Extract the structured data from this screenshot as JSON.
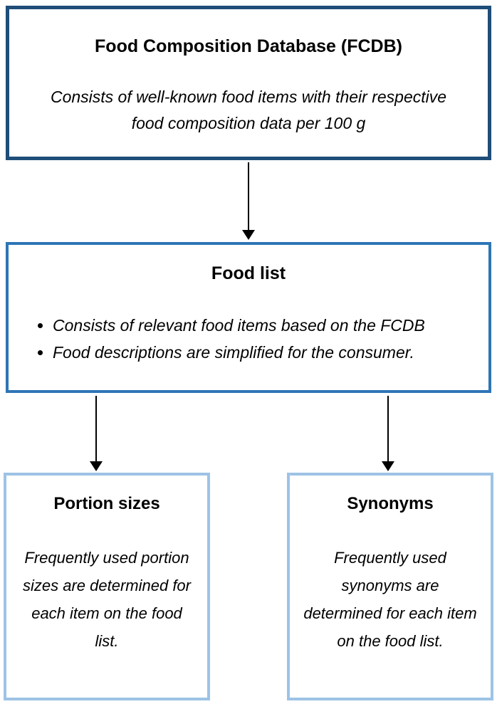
{
  "diagram": {
    "fcdb": {
      "title": "Food Composition Database (FCDB)",
      "description": "Consists of well-known food items with their respective food composition data per 100 g"
    },
    "food_list": {
      "title": "Food list",
      "bullets": [
        "Consists of relevant food items based on the FCDB",
        "Food descriptions are simplified for the consumer."
      ]
    },
    "portion_sizes": {
      "title": "Portion sizes",
      "description": "Frequently used portion sizes are determined for each item on the food list."
    },
    "synonyms": {
      "title": "Synonyms",
      "description": "Frequently used synonyms are determined for each item on the food list."
    },
    "colors": {
      "fcdb_border": "#1f4e79",
      "food_list_border": "#2e75b6",
      "leaf_border": "#9dc3e6",
      "arrow": "#000000",
      "background": "#ffffff",
      "text": "#000000"
    }
  }
}
